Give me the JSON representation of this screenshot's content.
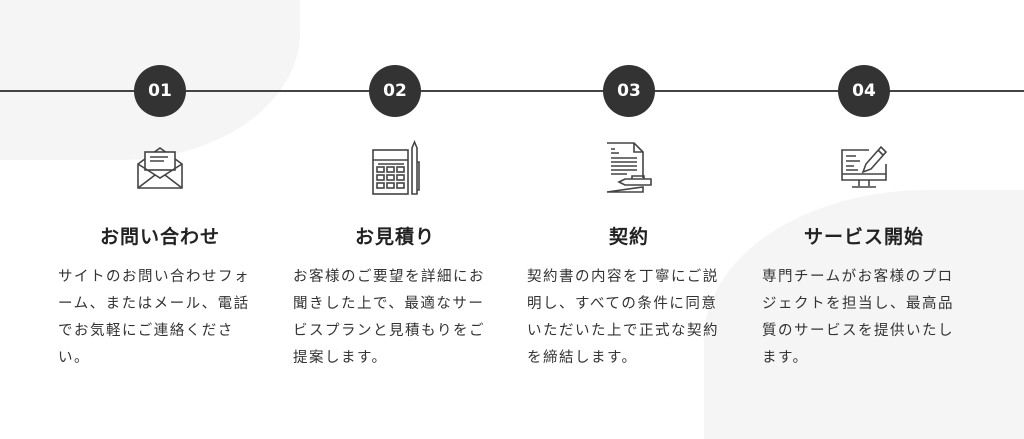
{
  "steps": [
    {
      "number": "01",
      "icon": "envelope-icon",
      "title": "お問い合わせ",
      "description": "サイトのお問い合わせフォーム、またはメール、電話でお気軽にご連絡ください。"
    },
    {
      "number": "02",
      "icon": "calculator-icon",
      "title": "お見積り",
      "description": "お客様のご要望を詳細にお聞きした上で、最適なサービスプランと見積もりをご提案します。"
    },
    {
      "number": "03",
      "icon": "contract-icon",
      "title": "契約",
      "description": "契約書の内容を丁寧にご説明し、すべての条件に同意いただいた上で正式な契約を締結します。"
    },
    {
      "number": "04",
      "icon": "monitor-edit-icon",
      "title": "サービス開始",
      "description": "専門チームがお客様のプロジェクトを担当し、最高品質のサービスを提供いたします。"
    }
  ]
}
